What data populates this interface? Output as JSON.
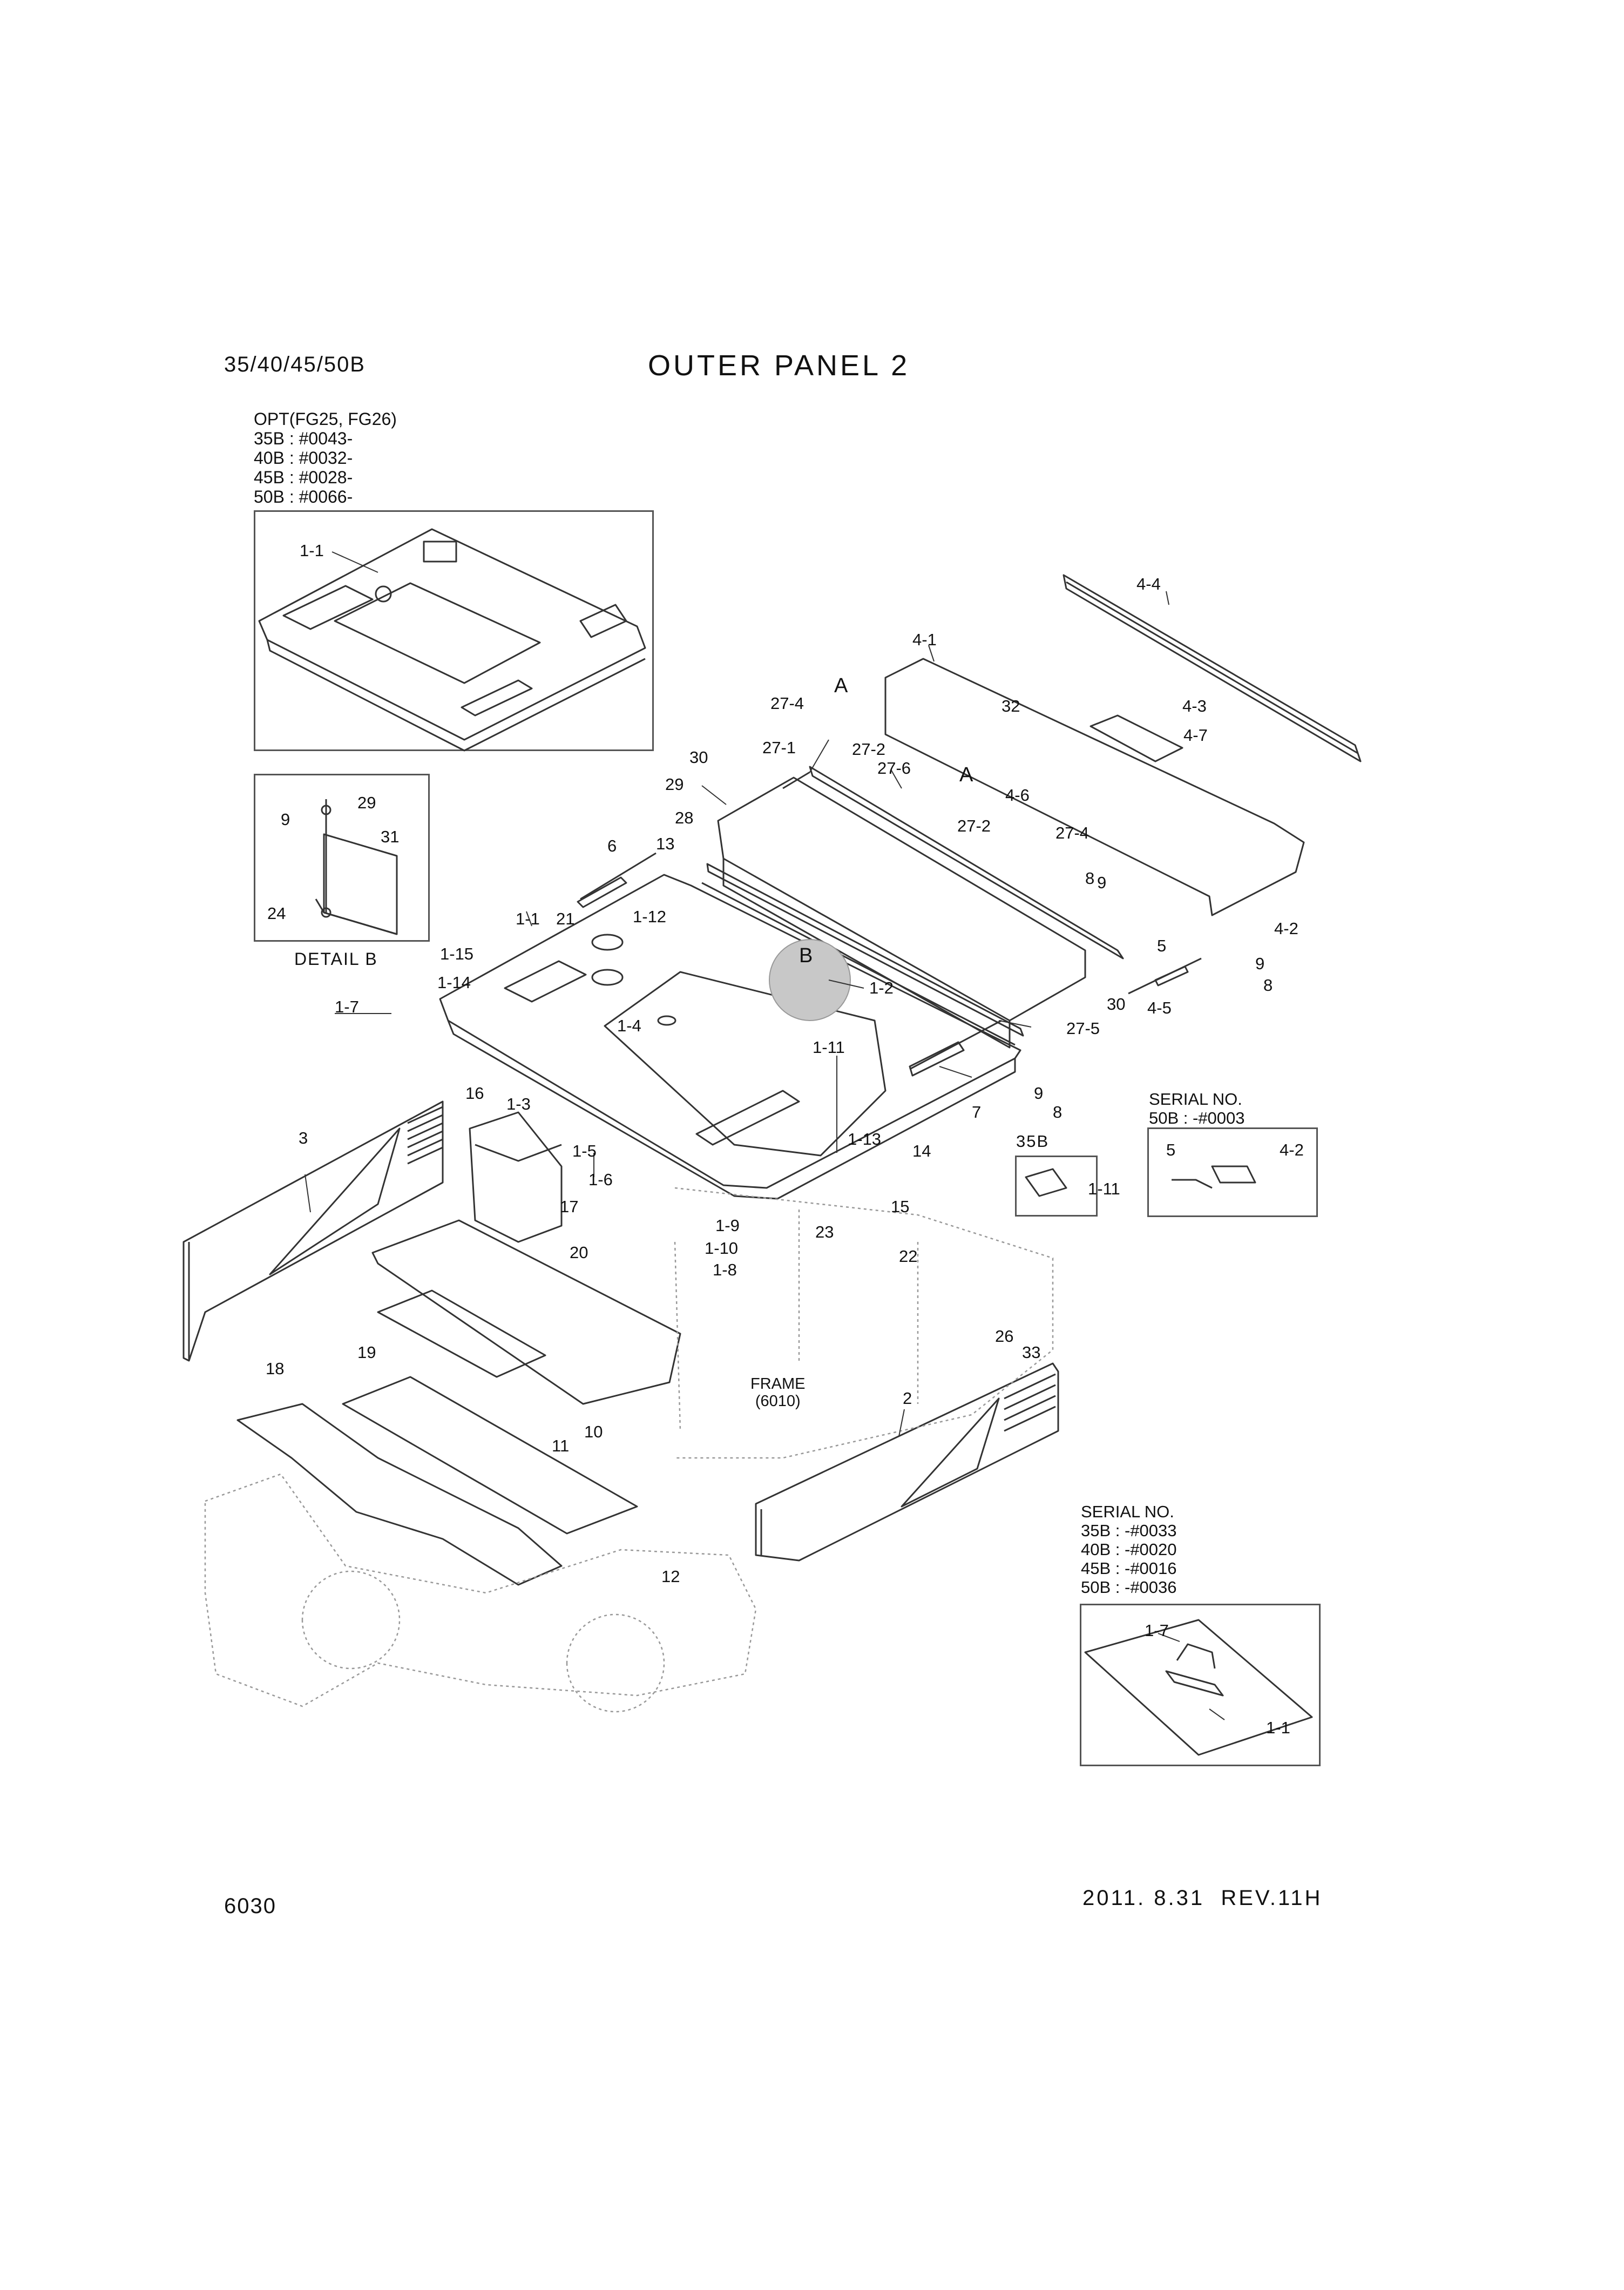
{
  "header": {
    "model": "35/40/45/50B",
    "title": "OUTER PANEL 2"
  },
  "option_note": {
    "lines": [
      "OPT(FG25, FG26)",
      "35B : #0043-",
      "40B : #0032-",
      "45B : #0028-",
      "50B : #0066-"
    ]
  },
  "detail_b": {
    "caption": "DETAIL B"
  },
  "serial_50b": {
    "lines": [
      "SERIAL NO.",
      "50B : -#0003"
    ]
  },
  "box_35b": {
    "label": "35B"
  },
  "serial_all": {
    "lines": [
      "SERIAL NO.",
      "35B : -#0033",
      "40B : -#0020",
      "45B : -#0016",
      "50B : -#0036"
    ]
  },
  "frame_note": {
    "lines": [
      "FRAME",
      "(6010)"
    ]
  },
  "view_markers": [
    "A",
    "A",
    "B"
  ],
  "part_labels": [
    "1-1",
    "1-1",
    "1-1",
    "1-2",
    "1-3",
    "1-4",
    "1-5",
    "1-6",
    "1-7",
    "1-7",
    "1-8",
    "1-9",
    "1-10",
    "1-11",
    "1-11",
    "1-12",
    "1-13",
    "1-14",
    "1-15",
    "2",
    "3",
    "4-1",
    "4-2",
    "4-2",
    "4-3",
    "4-4",
    "4-5",
    "4-6",
    "4-7",
    "5",
    "5",
    "6",
    "7",
    "8",
    "8",
    "8",
    "9",
    "9",
    "9",
    "9",
    "10",
    "11",
    "12",
    "13",
    "14",
    "15",
    "16",
    "17",
    "18",
    "19",
    "20",
    "21",
    "22",
    "23",
    "24",
    "26",
    "27-1",
    "27-2",
    "27-2",
    "27-4",
    "27-4",
    "27-5",
    "27-6",
    "28",
    "29",
    "29",
    "30",
    "30",
    "31",
    "32",
    "33"
  ],
  "footer": {
    "page_number": "6030",
    "revision": "2011. 8.31  REV.11H"
  }
}
